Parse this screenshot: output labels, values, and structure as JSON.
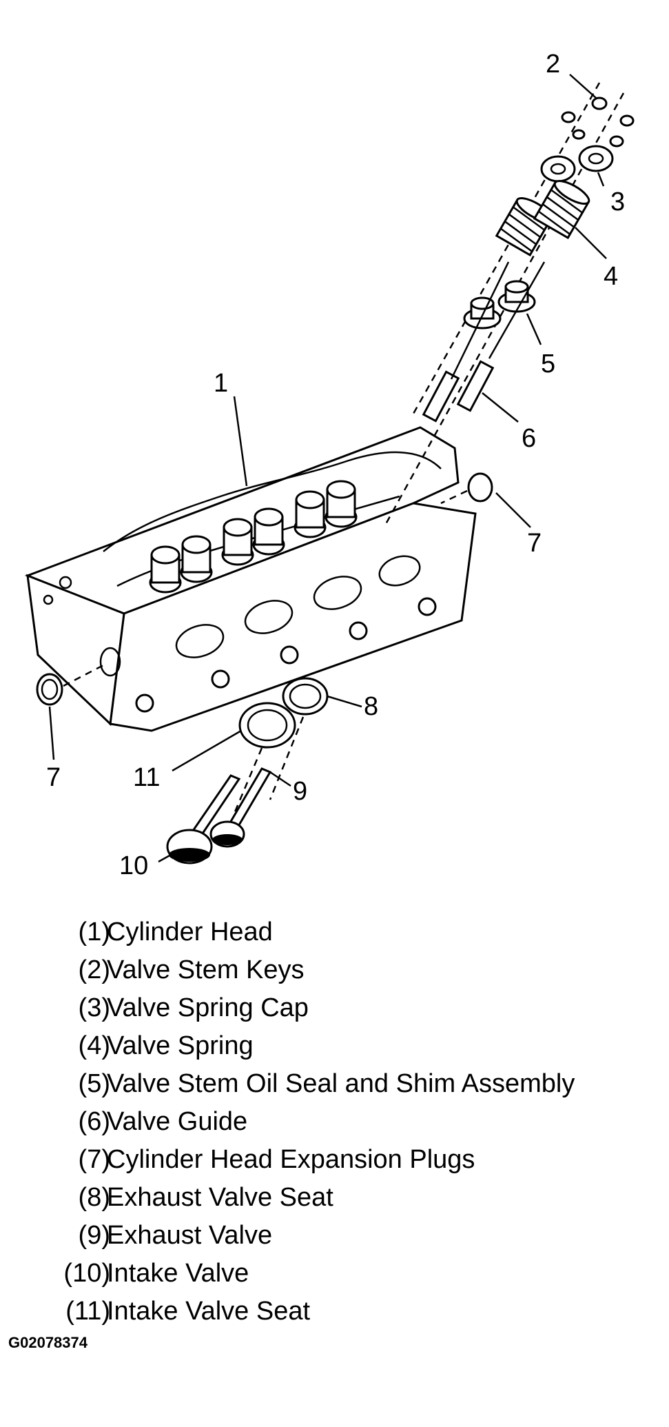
{
  "callouts": {
    "c1": "1",
    "c2": "2",
    "c3": "3",
    "c4": "4",
    "c5": "5",
    "c6": "6",
    "c7a": "7",
    "c7b": "7",
    "c8": "8",
    "c9": "9",
    "c10": "10",
    "c11": "11"
  },
  "legend": [
    {
      "num": "(1)",
      "label": "Cylinder Head"
    },
    {
      "num": "(2)",
      "label": "Valve Stem Keys"
    },
    {
      "num": "(3)",
      "label": "Valve Spring Cap"
    },
    {
      "num": "(4)",
      "label": "Valve Spring"
    },
    {
      "num": "(5)",
      "label": "Valve Stem Oil Seal and Shim Assembly"
    },
    {
      "num": "(6)",
      "label": "Valve Guide"
    },
    {
      "num": "(7)",
      "label": "Cylinder Head Expansion Plugs"
    },
    {
      "num": "(8)",
      "label": "Exhaust Valve Seat"
    },
    {
      "num": "(9)",
      "label": "Exhaust Valve"
    },
    {
      "num": "(10)",
      "label": "Intake Valve"
    },
    {
      "num": "(11)",
      "label": "Intake Valve Seat"
    }
  ],
  "figure_id": "G02078374"
}
